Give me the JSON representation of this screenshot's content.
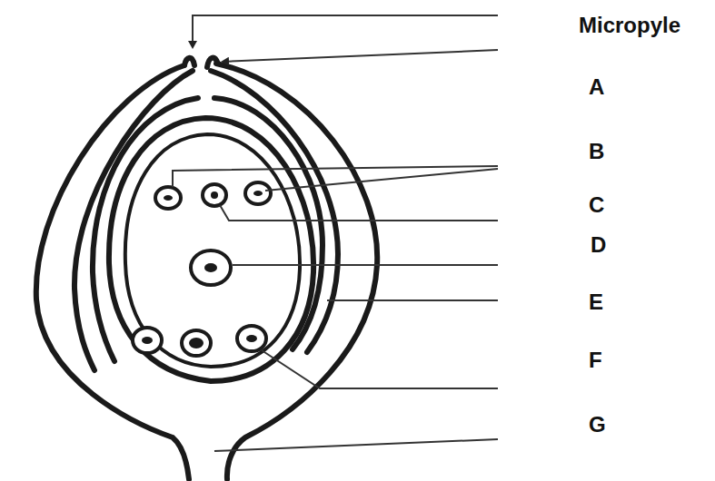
{
  "diagram": {
    "labels": [
      "Micropyle",
      "A",
      "B",
      "C",
      "D",
      "E",
      "F",
      "G"
    ]
  }
}
